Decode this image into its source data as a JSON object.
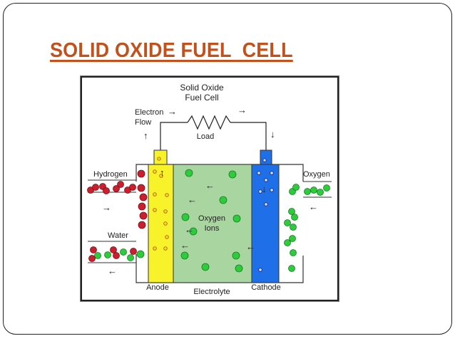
{
  "slide": {
    "title": "SOLID OXIDE FUEL  CELL"
  },
  "diagram": {
    "title_line1": "Solid Oxide",
    "title_line2": "Fuel Cell",
    "electron_line1": "Electron",
    "electron_line2": "Flow",
    "load": "Load",
    "hydrogen": "Hydrogen",
    "water": "Water",
    "oxygen": "Oxygen",
    "oxygen_ions_line1": "Oxygen",
    "oxygen_ions_line2": "Ions",
    "anode": "Anode",
    "electrolyte": "Electrolyte",
    "cathode": "Cathode",
    "arrow_right": "→",
    "arrow_left": "←",
    "arrow_up": "↑",
    "arrow_down": "↓"
  },
  "colors": {
    "title": "#c2511c",
    "anode": "#f7f22a",
    "electrolyte": "#a9d5a0",
    "cathode": "#1f6fe8",
    "hydrogen_molecule": "#cc1f2e",
    "oxygen_molecule": "#2ecc3c"
  }
}
